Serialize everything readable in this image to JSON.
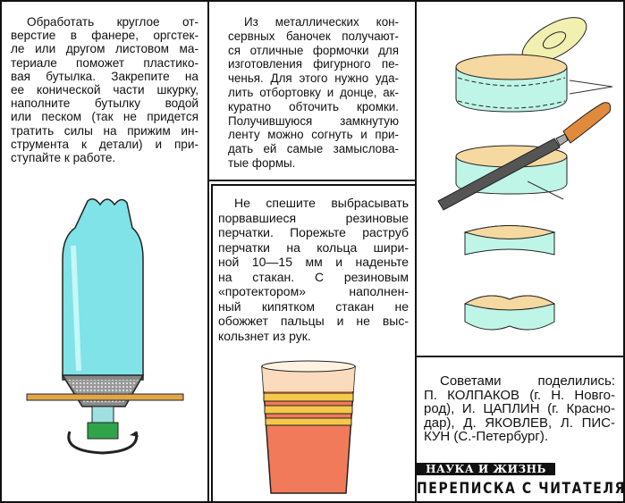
{
  "left": {
    "lines": [
      "Обработать круглое от-",
      "верстие в фанере, оргстек-",
      "ле или другом листовом ма-",
      "териале поможет пластико-",
      "вая бутылка. Закрепите на",
      "ее конической части шкурку,",
      "наполните бутылку водой",
      "или песком (так не придется",
      "тратить силы на прижим ин-",
      "струмента к детали) и при-",
      "ступайте к работе."
    ]
  },
  "mid_top": {
    "lines": [
      "Из металлических кон-",
      "сервных баночек получают-",
      "ся отличные формочки для",
      "изготовления фигурного пе-",
      "ченья. Для этого нужно уда-",
      "лить отбортовку и донце, ак-",
      "куратно обточить кромки.",
      "Получившуюся замкнутую",
      "ленту можно согнуть и при-",
      "дать ей самые замыслова-",
      "тые формы."
    ]
  },
  "mid_low": {
    "lines": [
      "Не спешите выбрасывать",
      "порвавшиеся резиновые",
      "перчатки. Порежьте раструб",
      "перчатки на кольца шири-",
      "ной 10—15 мм и наденьте",
      "на стакан. С резиновым",
      "«протектором» наполнен-",
      "ный кипятком стакан не",
      "обожжет пальцы и не выс-",
      "кользнет из рук."
    ]
  },
  "credits": {
    "lines": [
      "Советами поделились:",
      "П. КОЛПАКОВ (г. Н. Новго-",
      "род), И. ЦАПЛИН (г. Красно-",
      "дар), Д. ЯКОВЛЕВ, Л. ПИС-",
      "КУН (С.-Петербург)."
    ]
  },
  "banner": {
    "magazine": "НАУКА И ЖИЗНЬ",
    "section": "ПЕРЕПИСКА С ЧИТАТЕЛЯМИ"
  }
}
